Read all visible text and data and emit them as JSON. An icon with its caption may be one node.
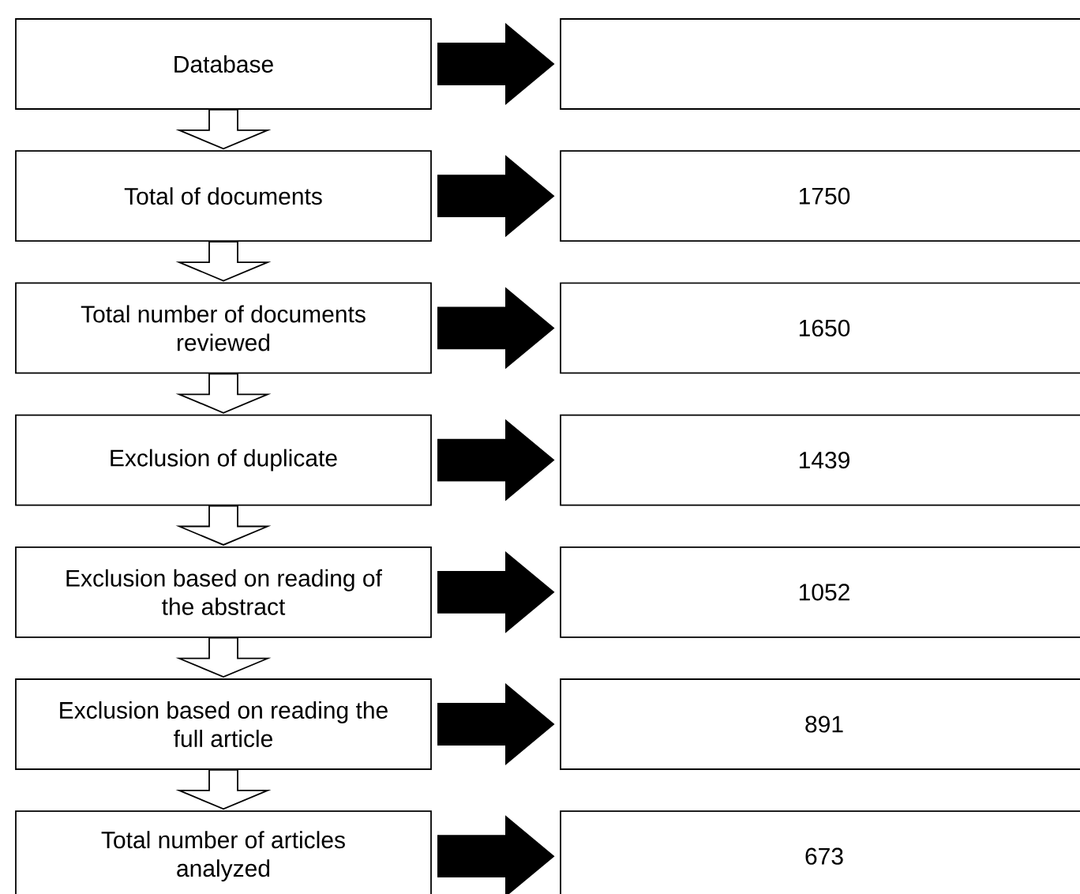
{
  "diagram": {
    "nodes": [
      {
        "text": [
          "Database"
        ]
      },
      {
        "text": [],
        "shape": "box"
      },
      {
        "text": [
          "Total of documents"
        ]
      },
      {
        "text": [
          "1750"
        ]
      },
      {
        "text": [
          "Total number of documents reviewed"
        ]
      },
      {
        "text": [
          "1650"
        ]
      },
      {
        "text": [
          "Exclusion of duplicate"
        ]
      },
      {
        "text": [
          "1439"
        ]
      },
      {
        "text": [
          "Exclusion based on reading of the abstract"
        ]
      },
      {
        "text": [
          "1052"
        ]
      },
      {
        "text": [
          "Exclusion based on reading the full article"
        ]
      },
      {
        "text": [
          "891"
        ]
      },
      {
        "text": [
          "Total number of articles analyzed"
        ]
      },
      {
        "text": [
          "673"
        ]
      }
    ],
    "edges": [
      {
        "from": 0,
        "to": 1,
        "arrow": "to",
        "style": "thick"
      },
      {
        "from": 2,
        "to": 3,
        "arrow": "to",
        "style": "thick"
      },
      {
        "from": 4,
        "to": 5,
        "arrow": "to",
        "style": "thick"
      },
      {
        "from": 6,
        "to": 7,
        "arrow": "to",
        "style": "thick"
      },
      {
        "from": 8,
        "to": 9,
        "arrow": "to",
        "style": "thick"
      },
      {
        "from": 10,
        "to": 11,
        "arrow": "to",
        "style": "thick"
      },
      {
        "from": 12,
        "to": 13,
        "arrow": "to",
        "style": "thick"
      },
      {
        "from": 0,
        "to": 2,
        "arrow": "to"
      },
      {
        "from": 2,
        "to": 4,
        "arrow": "to"
      },
      {
        "from": 4,
        "to": 6,
        "arrow": "to"
      },
      {
        "from": 6,
        "to": 8,
        "arrow": "to"
      },
      {
        "from": 8,
        "to": 10,
        "arrow": "to"
      },
      {
        "from": 10,
        "to": 12,
        "arrow": "to"
      }
    ]
  }
}
